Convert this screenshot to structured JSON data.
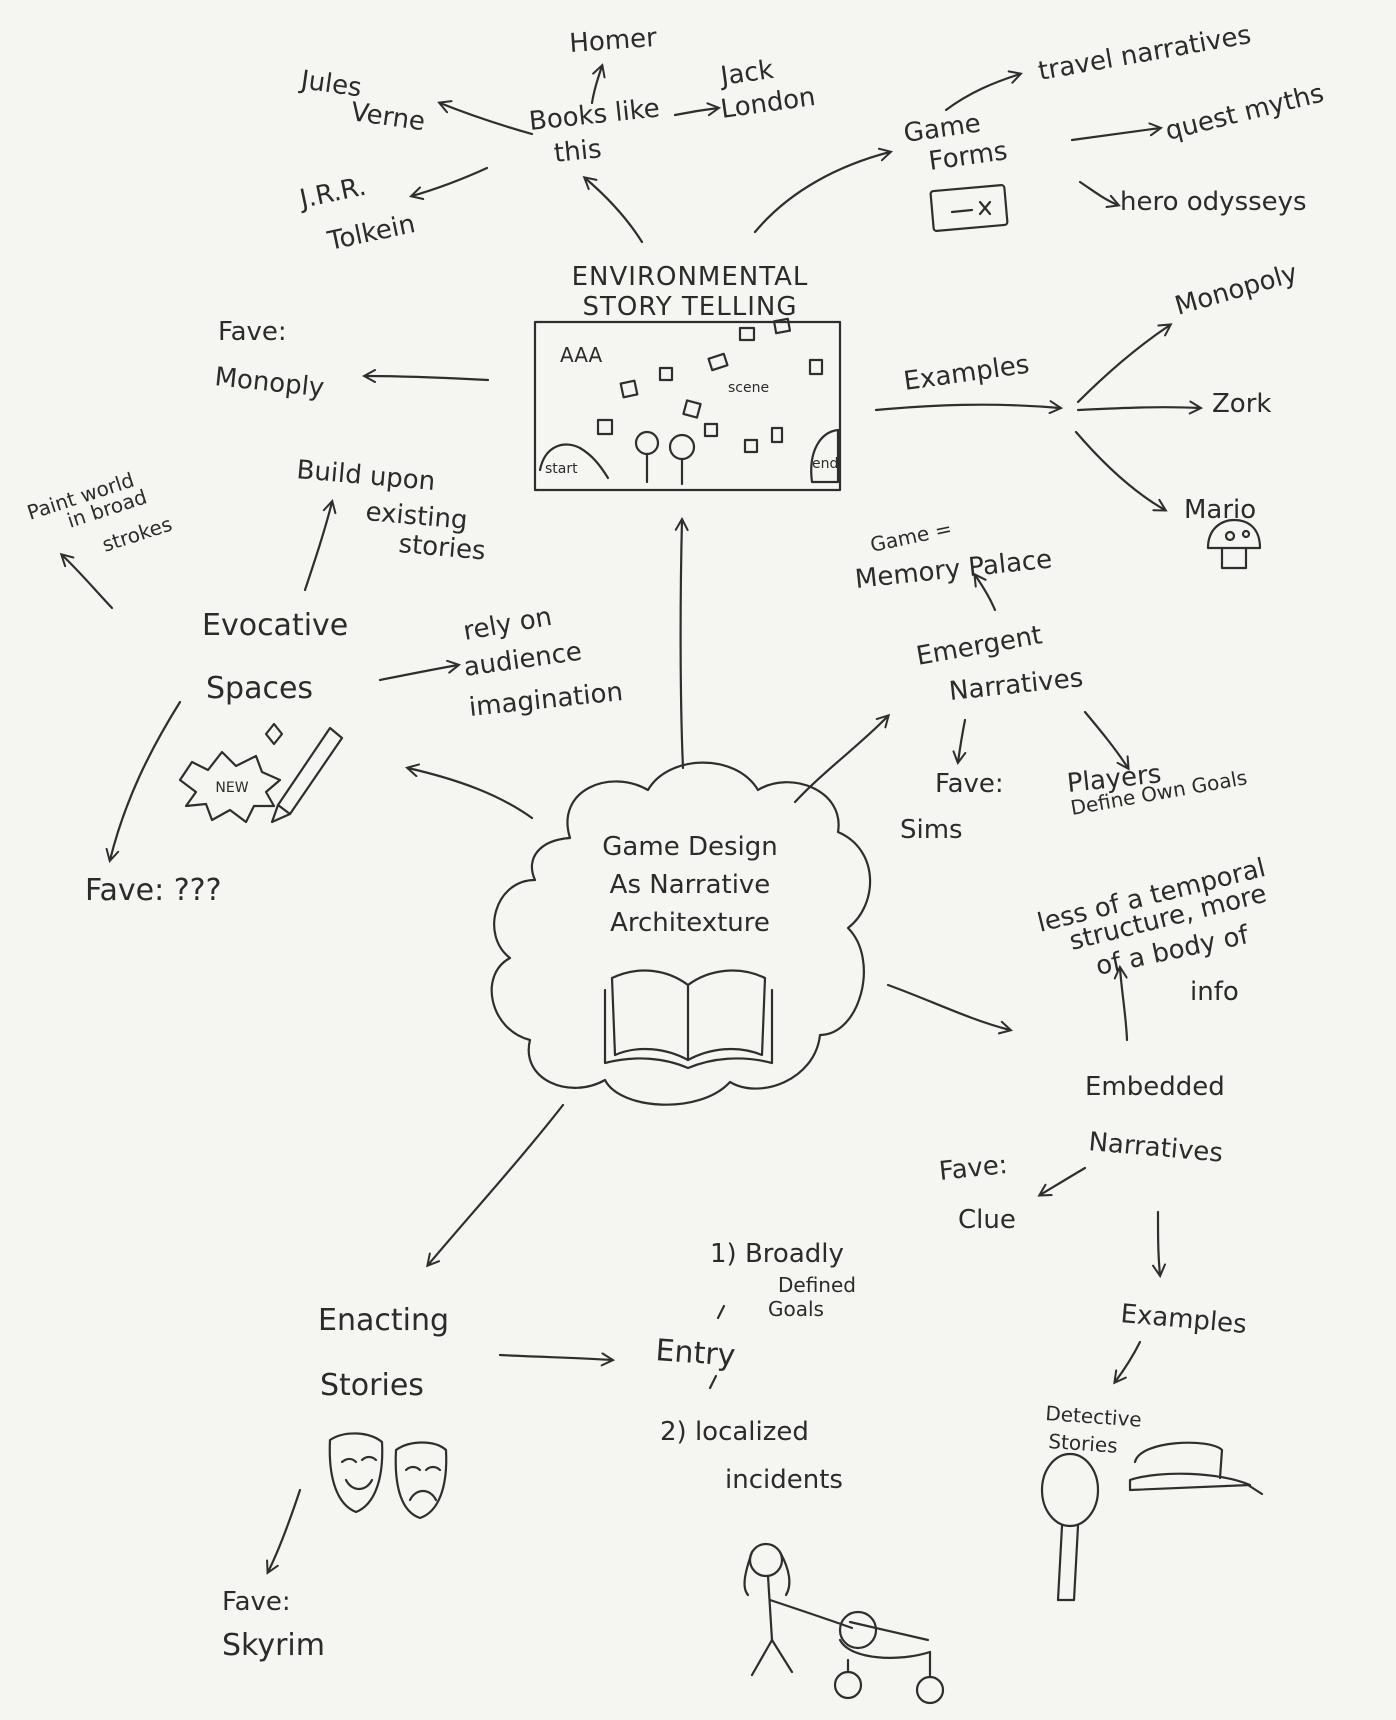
{
  "center": {
    "lines": [
      "Game Design",
      "As Narrative",
      "Architexture"
    ],
    "icon": "open-book-icon"
  },
  "environmental": {
    "title_lines": [
      "ENVIRONMENTAL",
      "STORY TELLING"
    ],
    "sketch_labels": {
      "aaa": "AAA",
      "start": "start",
      "end": "end",
      "scene": "scene"
    },
    "books_like_this": {
      "lines": [
        "Books like",
        "this"
      ]
    },
    "authors": {
      "homer": "Homer",
      "jules_verne": [
        "Jules",
        "Verne"
      ],
      "jack_london": [
        "Jack",
        "London"
      ],
      "tolkien": [
        "J.R.R.",
        "Tolkein"
      ]
    },
    "game_forms": {
      "lines": [
        "Game",
        "Forms"
      ],
      "items": [
        "travel narratives",
        "quest myths",
        "hero odysseys"
      ]
    },
    "fave": [
      "Fave:",
      "Monoply"
    ],
    "examples": {
      "label": "Examples",
      "items": [
        "Monopoly",
        "Zork",
        "Mario"
      ]
    }
  },
  "evocative": {
    "lines": [
      "Evocative",
      "Spaces"
    ],
    "badge": "NEW",
    "paint": [
      "Paint world",
      "in broad",
      "strokes"
    ],
    "build": [
      "Build upon",
      "existing",
      "stories"
    ],
    "rely": [
      "rely on",
      "audience",
      "imagination"
    ],
    "fave": "Fave: ???"
  },
  "emergent": {
    "lines": [
      "Emergent",
      "Narratives"
    ],
    "memory": [
      "Game =",
      "Memory Palace"
    ],
    "fave": [
      "Fave:",
      "Sims"
    ],
    "players": [
      "Players",
      "Define Own Goals"
    ]
  },
  "embedded": {
    "lines": [
      "Embedded",
      "Narratives"
    ],
    "less": [
      "less of a temporal",
      "structure, more",
      "of a body of",
      "info"
    ],
    "fave": [
      "Fave:",
      "Clue"
    ],
    "examples": "Examples",
    "detective": [
      "Detective",
      "Stories"
    ]
  },
  "enacting": {
    "lines": [
      "Enacting",
      "Stories"
    ],
    "fave": [
      "Fave:",
      "Skyrim"
    ],
    "entry": "Entry",
    "goals": [
      "1) Broadly",
      "Defined",
      "Goals"
    ],
    "incidents": [
      "2) localized",
      "incidents"
    ]
  }
}
